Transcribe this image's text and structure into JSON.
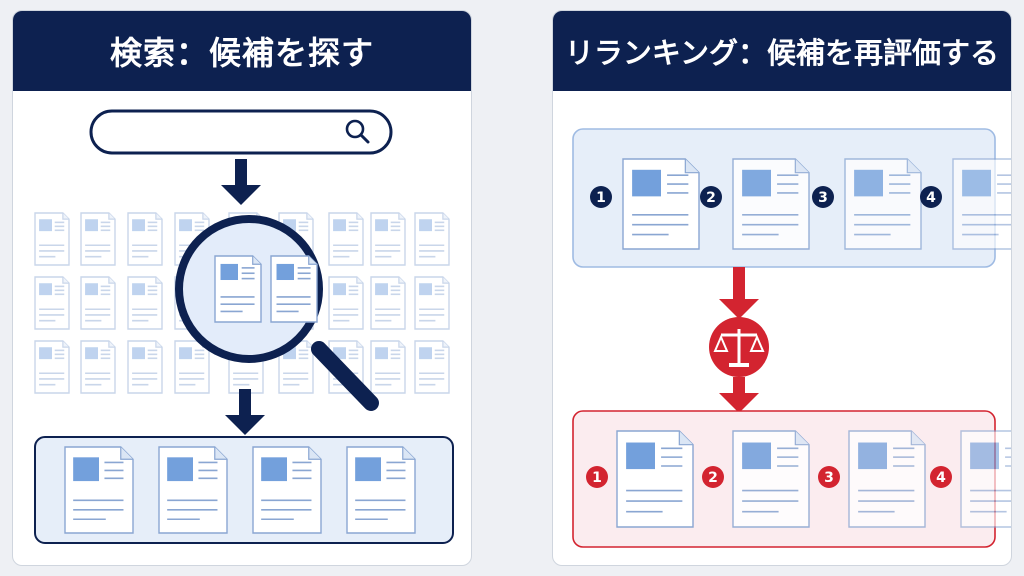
{
  "left_panel": {
    "title": "検索：候補を探す"
  },
  "right_panel": {
    "title": "リランキング：候補を再評価する",
    "initial_ranks": [
      "1",
      "2",
      "3",
      "4"
    ],
    "reranked_ranks": [
      "1",
      "2",
      "3",
      "4"
    ]
  },
  "colors": {
    "navy": "#0d2150",
    "red": "#d32430",
    "doc_blue": "#5b8fd6",
    "light_blue": "#e6eef9",
    "light_red": "#fbecef"
  },
  "icons": [
    "search-icon",
    "magnifier-icon",
    "arrow-down-icon",
    "scales-icon",
    "document-icon"
  ]
}
